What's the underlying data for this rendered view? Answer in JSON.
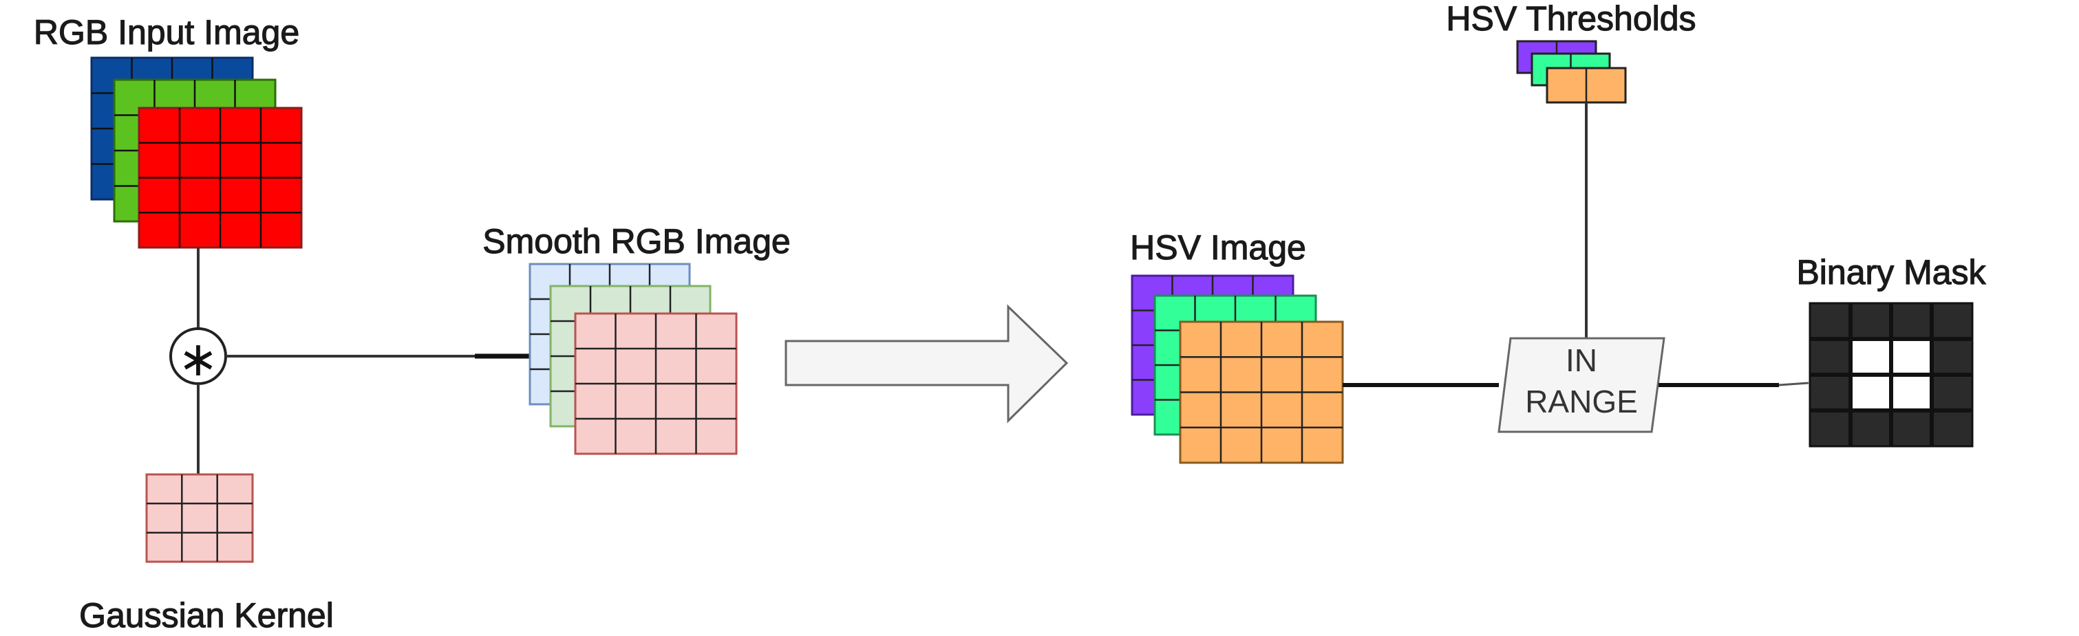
{
  "labels": {
    "rgb_input": "RGB Input Image",
    "gaussian_kernel": "Gaussian Kernel",
    "smooth_rgb": "Smooth RGB Image",
    "hsv_image": "HSV Image",
    "hsv_thresholds": "HSV Thresholds",
    "in_range_line1": "IN",
    "in_range_line2": "RANGE",
    "binary_mask": "Binary Mask"
  },
  "convolution_symbol": "∗",
  "colors": {
    "rgb_blue": "#0a4a9c",
    "rgb_green": "#5cc21f",
    "rgb_red": "#ff0000",
    "kernel_pink": "#f8cecc",
    "smooth_blue": "#dae8fc",
    "smooth_green": "#d5e8d4",
    "smooth_pink": "#f8cecc",
    "hsv_purple": "#8a3ffc",
    "hsv_mint": "#33ff99",
    "hsv_orange": "#ffb366",
    "mask_dark": "#2b2b2b",
    "mask_white": "#ffffff",
    "in_range_fill": "#f5f5f5",
    "arrow_fill": "#f5f5f5"
  }
}
